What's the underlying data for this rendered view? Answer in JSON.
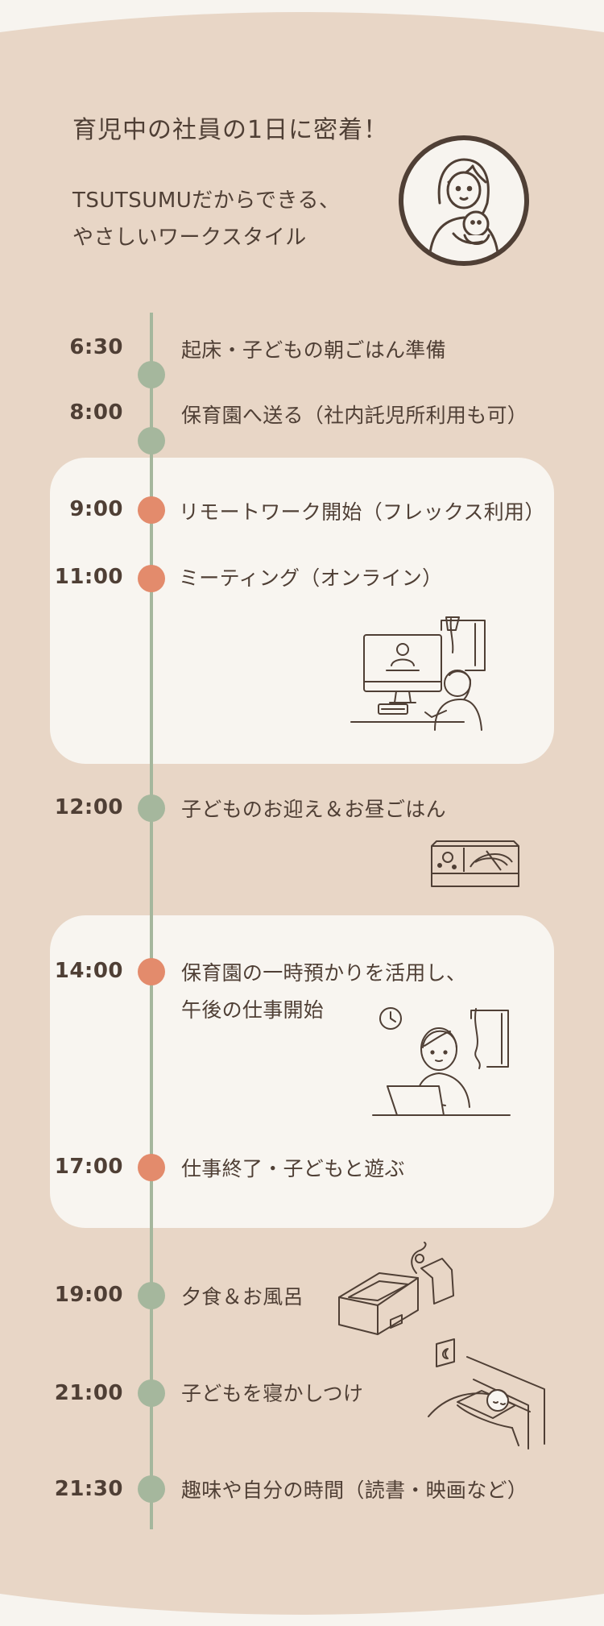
{
  "header": {
    "title": "育児中の社員の1日に密着！",
    "subtitle_line1": "TSUTSUMUだからできる、",
    "subtitle_line2": "やさしいワークスタイル",
    "avatar_icon": "mother-with-baby-icon"
  },
  "colors": {
    "background": "#e8d6c6",
    "card": "#f8f5f0",
    "text": "#4f3f35",
    "timeline": "#a5b79d",
    "accent_work": "#e38b6c"
  },
  "schedule": [
    {
      "time": "6:30",
      "label": "起床・子どもの朝ごはん準備",
      "type": "home"
    },
    {
      "time": "8:00",
      "label": "保育園へ送る（社内託児所利用も可）",
      "type": "home"
    },
    {
      "time": "9:00",
      "label": "リモートワーク開始（フレックス利用）",
      "type": "work"
    },
    {
      "time": "11:00",
      "label": "ミーティング（オンライン）",
      "type": "work"
    },
    {
      "time": "12:00",
      "label": "子どものお迎え＆お昼ごはん",
      "type": "home"
    },
    {
      "time": "14:00",
      "label": "保育園の一時預かりを活用し、",
      "label2": "午後の仕事開始",
      "type": "work"
    },
    {
      "time": "17:00",
      "label": "仕事終了・子どもと遊ぶ",
      "type": "work"
    },
    {
      "time": "19:00",
      "label": "夕食＆お風呂",
      "type": "home"
    },
    {
      "time": "21:00",
      "label": "子どもを寝かしつけ",
      "type": "home"
    },
    {
      "time": "21:30",
      "label": "趣味や自分の時間（読書・映画など）",
      "type": "home"
    }
  ],
  "illustrations": [
    "online-meeting-illustration",
    "bento-box-illustration",
    "laptop-work-illustration",
    "bathtub-illustration",
    "sleeping-child-illustration"
  ]
}
